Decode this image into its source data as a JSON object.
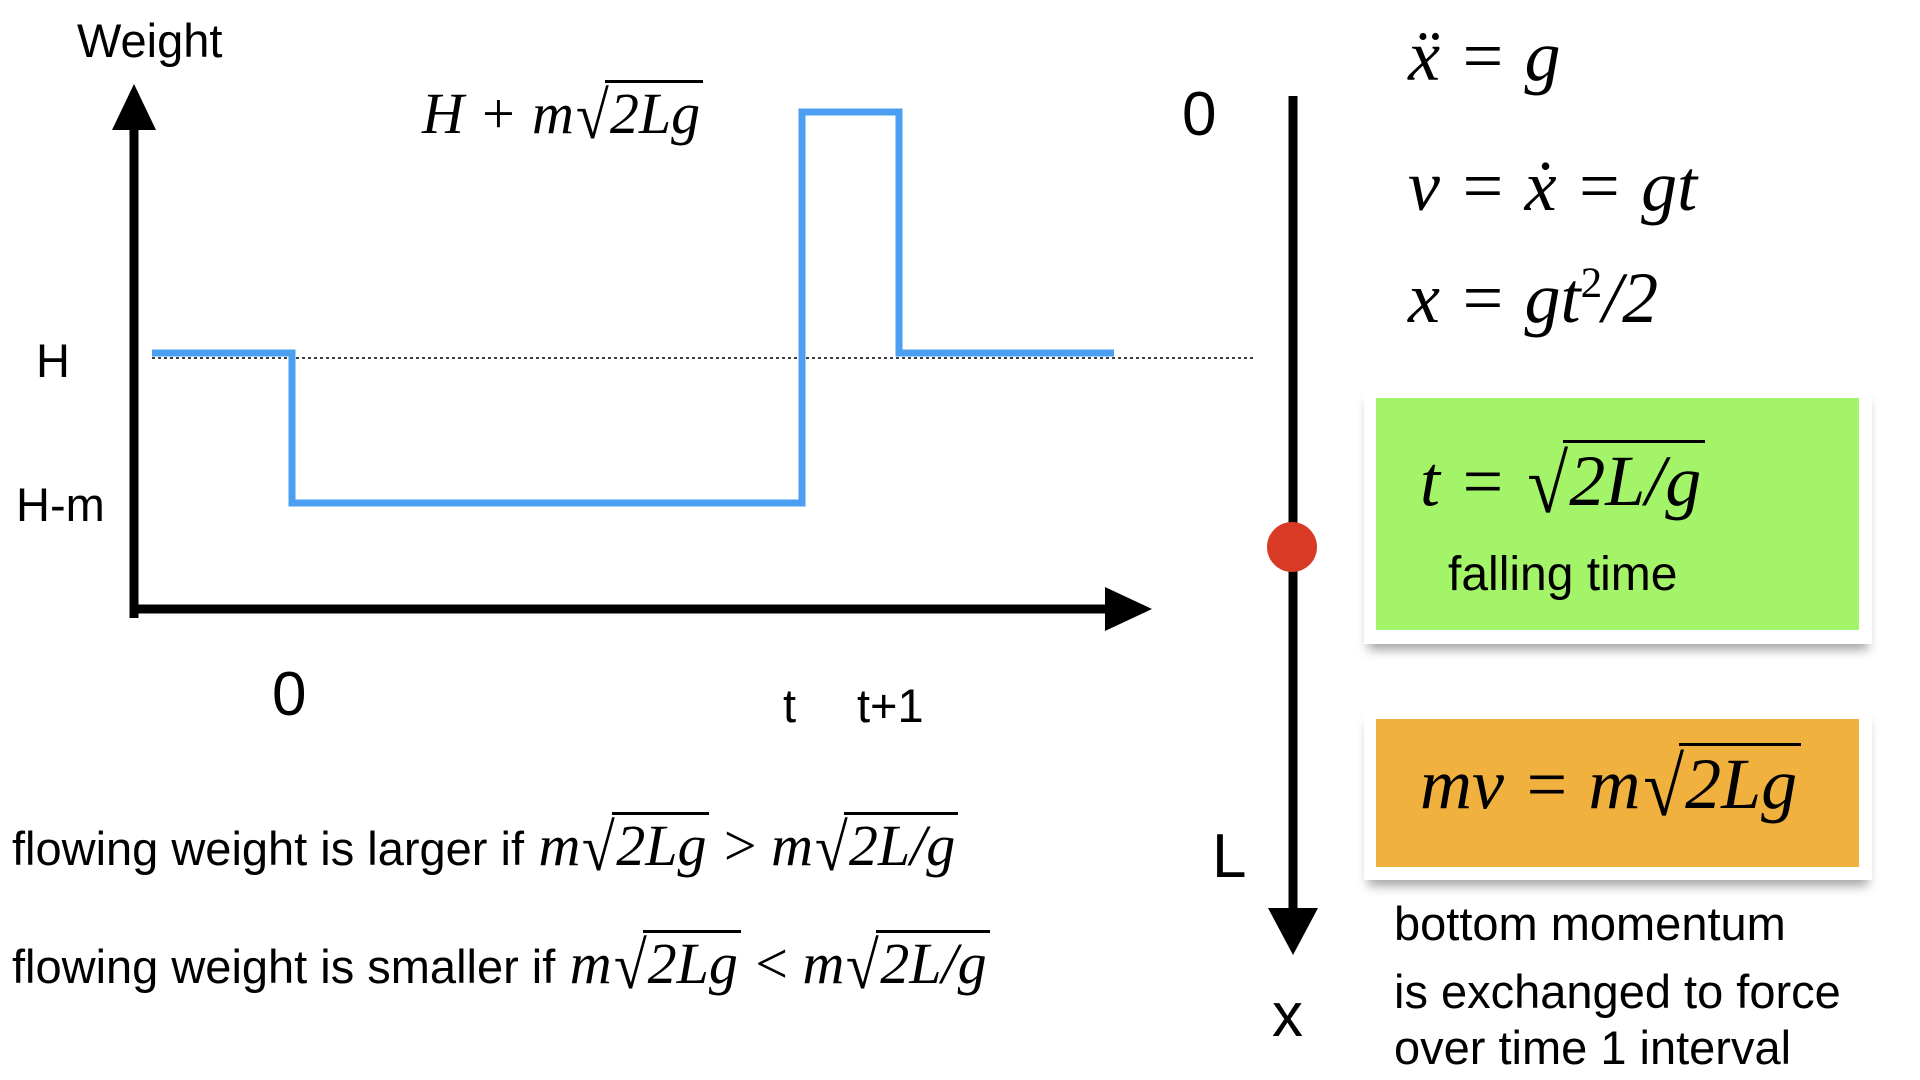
{
  "colors": {
    "step_line": "#4a9ff0",
    "falling_box": "#a4f46a",
    "momentum_box": "#f0b13f",
    "dot": "#d93a26"
  },
  "graph": {
    "y_axis_label": "Weight",
    "y_ticks": [
      "H",
      "H-m"
    ],
    "x_ticks": [
      "0",
      "t",
      "t+1"
    ],
    "peak_label": {
      "prefix": "H + m",
      "radicand": "2Lg"
    }
  },
  "fall_axis": {
    "top_label": "0",
    "bottom_label": "L",
    "axis_label": "x"
  },
  "equations": [
    {
      "lhs": "ẍ",
      "rhs": " = g"
    },
    {
      "lhs": "v",
      "rhs": " = ẋ = gt"
    },
    {
      "lhs": "x",
      "rhs": " = gt",
      "sup": "2",
      "tail": "/2"
    }
  ],
  "falling_box": {
    "prefix": "t = ",
    "radicand": "2L/g",
    "caption": "falling time"
  },
  "momentum_box": {
    "prefix": "mv = m",
    "radicand": "2Lg"
  },
  "momentum_note": [
    "bottom momentum",
    "is exchanged to force",
    "over time 1 interval"
  ],
  "conditions": [
    {
      "text": "flowing weight is larger if",
      "a_prefix": "m",
      "a_radicand": "2Lg",
      "op": " > ",
      "b_prefix": "m",
      "b_radicand": "2L/g"
    },
    {
      "text": "flowing weight is smaller if",
      "a_prefix": "m",
      "a_radicand": "2Lg",
      "op": " < ",
      "b_prefix": "m",
      "b_radicand": "2L/g"
    }
  ]
}
